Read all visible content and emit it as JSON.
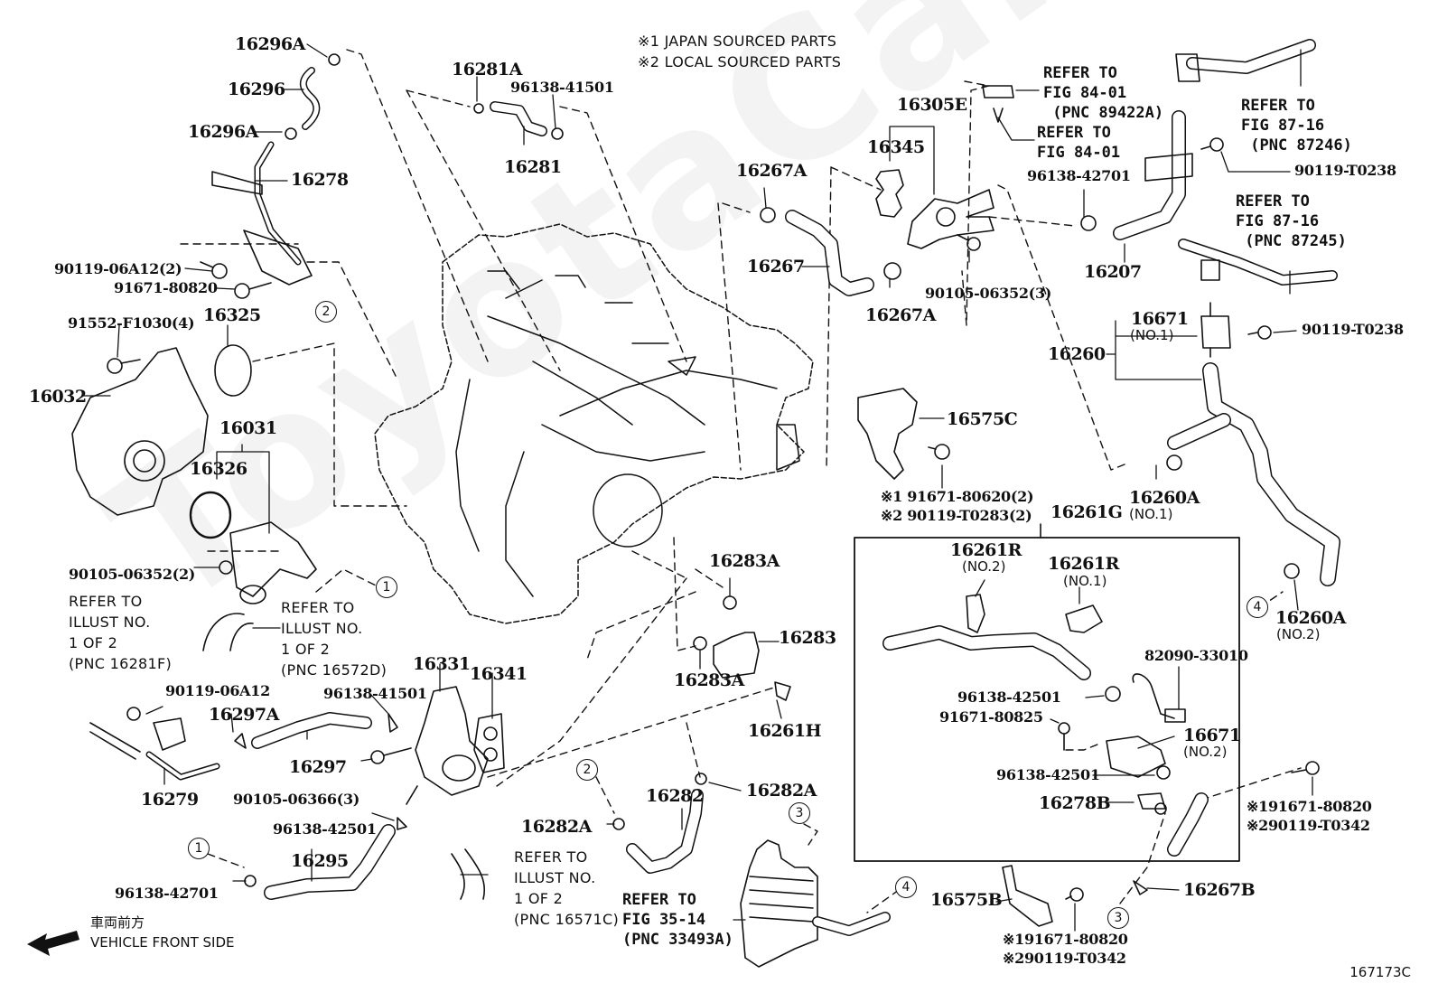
{
  "diagram": {
    "figure_id": "167173C",
    "watermark": "ToyotaCarMart",
    "legend": {
      "note1": "※1 JAPAN SOURCED PARTS",
      "note2": "※2 LOCAL SOURCED PARTS"
    },
    "direction": {
      "japanese": "車両前方",
      "english": "VEHICLE FRONT SIDE"
    },
    "callouts": {
      "c1": "1",
      "c2": "2",
      "c3": "3",
      "c4": "4"
    },
    "parts": {
      "p16296A_top": "16296A",
      "p16296": "16296",
      "p16296A_bot": "16296A",
      "p16278": "16278",
      "p90119_06A12_2": "90119-06A12(2)",
      "p91671_80820": "91671-80820",
      "p91552": "91552-F1030(4)",
      "p16325": "16325",
      "p16032": "16032",
      "p16031": "16031",
      "p16326": "16326",
      "p90105_06352_2": "90105-06352(2)",
      "p90119_06A12": "90119-06A12",
      "p16297A": "16297A",
      "p16297": "16297",
      "p16279": "16279",
      "p90105_06366": "90105-06366(3)",
      "p96138_41501_left": "96138-41501",
      "p96138_42501_left": "96138-42501",
      "p16295": "16295",
      "p96138_42701_left": "96138-42701",
      "p16331": "16331",
      "p16341": "16341",
      "p16281A": "16281A",
      "p96138_41501_top": "96138-41501",
      "p16281": "16281",
      "p16283A_top": "16283A",
      "p16283": "16283",
      "p16283A_bot": "16283A",
      "p16261H": "16261H",
      "p16282": "16282",
      "p16282A_right": "16282A",
      "p16282A_left": "16282A",
      "p16267A_top": "16267A",
      "p16267": "16267",
      "p16267A_bot": "16267A",
      "p16305E": "16305E",
      "p16345": "16345",
      "p90105_06352_3": "90105-06352(3)",
      "p96138_42701_right": "96138-42701",
      "p16207": "16207",
      "p90119_T0238_top": "90119-T0238",
      "p16260": "16260",
      "p16671_no1": "16671",
      "p16671_no1_sub": "(NO.1)",
      "p90119_T0238_mid": "90119-T0238",
      "p16575C": "16575C",
      "p16575C_b1": "※1 91671-80620(2)",
      "p16575C_b2": "※2 90119-T0283(2)",
      "p16260A_no1": "16260A",
      "p16260A_no1_sub": "(NO.1)",
      "p16261G": "16261G",
      "p16261R_no2": "16261R",
      "p16261R_no2_sub": "(NO.2)",
      "p16261R_no1": "16261R",
      "p16261R_no1_sub": "(NO.1)",
      "p82090": "82090-33010",
      "p96138_42501_a": "96138-42501",
      "p91671_80825": "91671-80825",
      "p16671_no2": "16671",
      "p16671_no2_sub": "(NO.2)",
      "p96138_42501_b": "96138-42501",
      "p16278B": "16278B",
      "p16260A_no2": "16260A",
      "p16260A_no2_sub": "(NO.2)",
      "p_right_b1": "※191671-80820",
      "p_right_b2": "※290119-T0342",
      "p16267B": "16267B",
      "p16575B": "16575B",
      "p16575B_b1": "※191671-80820",
      "p16575B_b2": "※290119-T0342"
    },
    "references": {
      "fig84_pnc": "REFER TO\nFIG 84-01\n (PNC 89422A)",
      "fig84": "REFER TO\nFIG 84-01",
      "fig87_246": "REFER TO\nFIG 87-16\n (PNC 87246)",
      "fig87_245": "REFER TO\nFIG 87-16\n (PNC 87245)",
      "illust_16281F": "REFER TO\nILLUST NO.\n1 OF 2\n(PNC 16281F)",
      "illust_16572D": "REFER TO\nILLUST NO.\n1 OF 2\n(PNC 16572D)",
      "illust_16571C": "REFER TO\nILLUST NO.\n1 OF 2\n(PNC 16571C)",
      "fig35": "REFER TO\nFIG 35-14\n(PNC 33493A)"
    }
  }
}
